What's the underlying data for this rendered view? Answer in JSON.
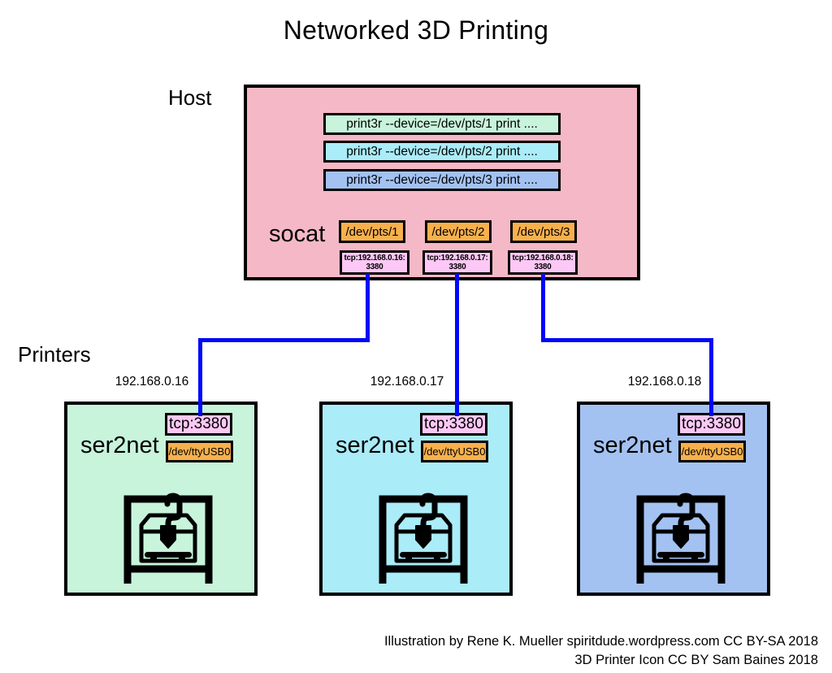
{
  "title": "Networked 3D Printing",
  "host": {
    "label": "Host",
    "socat_label": "socat",
    "commands": [
      "print3r --device=/dev/pts/1 print ....",
      "print3r --device=/dev/pts/2 print ....",
      "print3r --device=/dev/pts/3 print ...."
    ],
    "pts_ports": [
      "/dev/pts/1",
      "/dev/pts/2",
      "/dev/pts/3"
    ],
    "tcp_endpoints": [
      {
        "address": "tcp:192.168.0.16:",
        "port": "3380"
      },
      {
        "address": "tcp:192.168.0.17:",
        "port": "3380"
      },
      {
        "address": "tcp:192.168.0.18:",
        "port": "3380"
      }
    ]
  },
  "printers": {
    "label": "Printers",
    "items": [
      {
        "ip": "192.168.0.16",
        "service": "ser2net",
        "tcp_port": "tcp:3380",
        "device": "/dev/ttyUSB0"
      },
      {
        "ip": "192.168.0.17",
        "service": "ser2net",
        "tcp_port": "tcp:3380",
        "device": "/dev/ttyUSB0"
      },
      {
        "ip": "192.168.0.18",
        "service": "ser2net",
        "tcp_port": "tcp:3380",
        "device": "/dev/ttyUSB0"
      }
    ]
  },
  "footer": {
    "line1": "Illustration by Rene K. Mueller spiritdude.wordpress.com CC BY-SA 2018",
    "line2": "3D Printer Icon CC BY Sam Baines 2018"
  },
  "colors": {
    "host_bg": "#f5b8c7",
    "printer1_bg": "#c8f4db",
    "printer2_bg": "#aaecf8",
    "printer3_bg": "#a3c2f2",
    "pts_box_bg": "#f8b04c",
    "tcp_box_bg": "#fcc8f5",
    "connection_line": "#0008f8"
  }
}
